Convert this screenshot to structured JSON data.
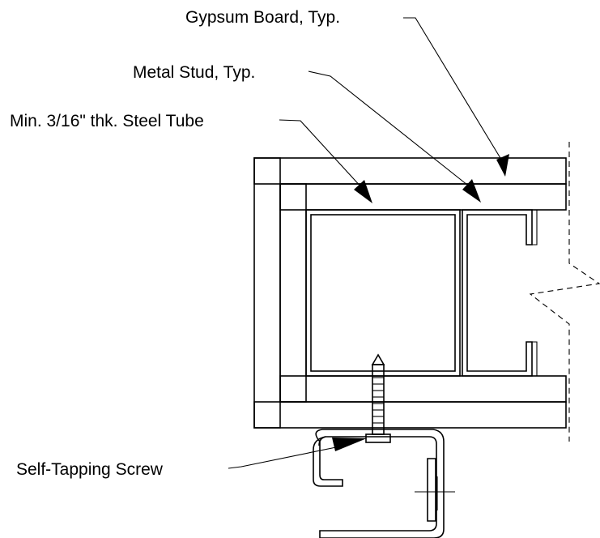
{
  "labels": {
    "gypsum_board": "Gypsum Board, Typ.",
    "metal_stud": "Metal Stud, Typ.",
    "steel_tube": "Min. 3/16\" thk. Steel Tube",
    "screw": "Self-Tapping Screw"
  },
  "colors": {
    "line": "#000000",
    "background": "#ffffff",
    "speckle": "#444444"
  }
}
